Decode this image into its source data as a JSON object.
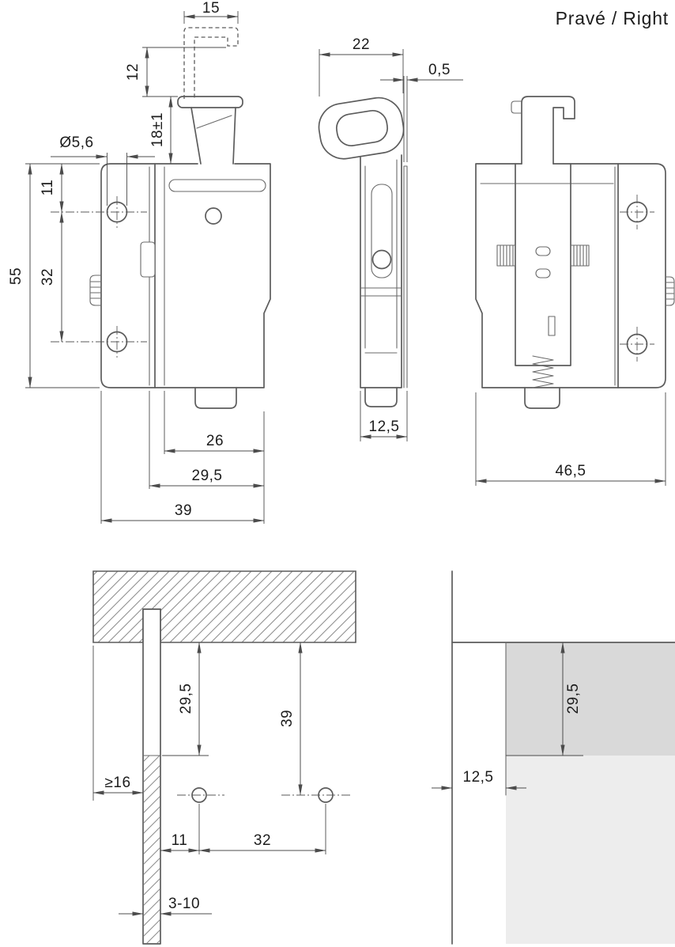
{
  "header": {
    "orientation": "Pravé / Right"
  },
  "front_view": {
    "top_width": "15",
    "hook_opening": "12",
    "latch_height": "18±1",
    "hole_diameter": "Ø5,6",
    "hole_top_offset": "11",
    "hole_spacing": "32",
    "total_height": "55",
    "width_inner": "26",
    "width_mid": "29,5",
    "width_total": "39"
  },
  "side_view": {
    "depth": "22",
    "plate_thickness": "0,5",
    "bottom_depth": "12,5"
  },
  "back_view": {
    "total_width": "46,5"
  },
  "install_front": {
    "latch_offset": "29,5",
    "hole_row_offset": "39",
    "min_side_clearance": "≥16",
    "hole_edge_offset": "11",
    "hole_spacing": "32",
    "door_thickness_range": "3-10"
  },
  "install_side": {
    "latch_offset": "29,5",
    "front_setback": "12,5"
  },
  "colors": {
    "line": "#5c5c5c",
    "install_block_dark": "#d9d9d9",
    "install_block_light": "#ededed"
  }
}
